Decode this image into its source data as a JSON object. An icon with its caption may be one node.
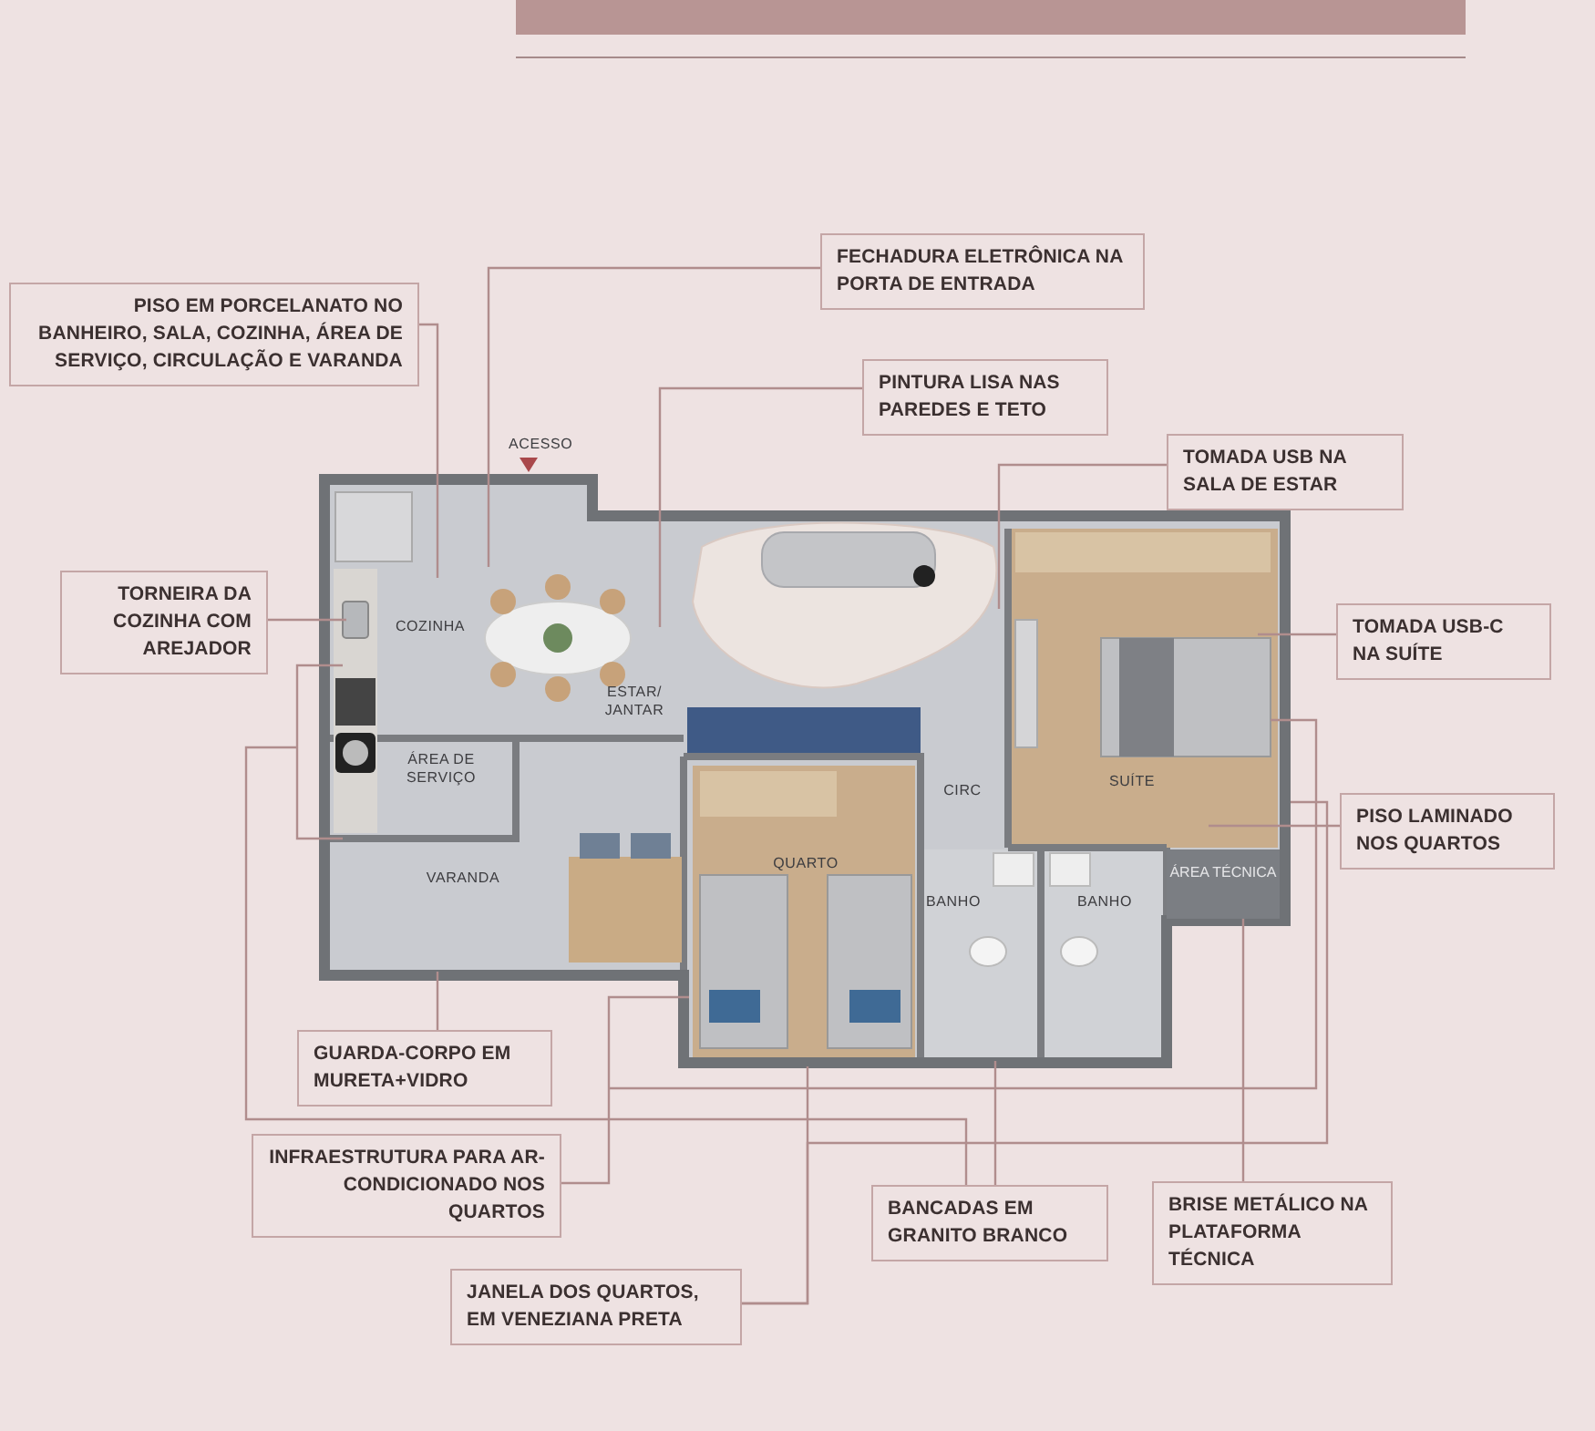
{
  "diagram": {
    "nodes": [
      {
        "text": [
          "PISO EM PORCELANATO NO BANHEIRO, SALA, COZINHA, ÁREA DE SERVIÇO, CIRCULAÇÃO E VARANDA"
        ]
      },
      {
        "text": [
          "FECHADURA ELETRÔNICA NA PORTA DE ENTRADA"
        ]
      },
      {
        "text": [
          "PINTURA LISA NAS PAREDES E TETO"
        ]
      },
      {
        "text": [
          "TOMADA USB NA SALA DE ESTAR"
        ]
      },
      {
        "text": [
          "TORNEIRA DA COZINHA COM AREJADOR"
        ]
      },
      {
        "text": [
          "TOMADA USB-C NA SUÍTE"
        ]
      },
      {
        "text": [
          "PISO LAMINADO NOS QUARTOS"
        ]
      },
      {
        "text": [
          "GUARDA-CORPO EM MURETA+VIDRO"
        ]
      },
      {
        "text": [
          "INFRAESTRUTURA PARA AR-CONDICIONADO NOS QUARTOS"
        ]
      },
      {
        "text": [
          "BANCADAS EM GRANITO BRANCO"
        ]
      },
      {
        "text": [
          "JANELA DOS QUARTOS, EM VENEZIANA PRETA"
        ]
      },
      {
        "text": [
          "BRISE METÁLICO NA PLATAFORMA TÉCNICA"
        ]
      },
      {
        "text": [
          "ÁREA TÉCNICA"
        ]
      }
    ],
    "edges": [
      {
        "from": 0,
        "to": null,
        "arrow": "none"
      },
      {
        "from": 1,
        "to": null,
        "arrow": "none"
      },
      {
        "from": 2,
        "to": null,
        "arrow": "none"
      },
      {
        "from": 3,
        "to": null,
        "arrow": "none"
      },
      {
        "from": 4,
        "to": null,
        "arrow": "none"
      },
      {
        "from": 5,
        "to": null,
        "arrow": "none"
      },
      {
        "from": 6,
        "to": null,
        "arrow": "none"
      },
      {
        "from": 7,
        "to": null,
        "arrow": "none"
      },
      {
        "from": 8,
        "to": null,
        "arrow": "none"
      },
      {
        "from": 8,
        "to": null,
        "arrow": "none"
      },
      {
        "from": 9,
        "to": null,
        "arrow": "none"
      },
      {
        "from": 9,
        "to": null,
        "arrow": "none"
      },
      {
        "from": 10,
        "to": null,
        "arrow": "none"
      },
      {
        "from": 10,
        "to": null,
        "arrow": "none"
      },
      {
        "from": 11,
        "to": 12,
        "arrow": "none"
      }
    ],
    "labels": [
      "ACESSO",
      "COZINHA",
      "ESTAR/ JANTAR",
      "ÁREA DE SERVIÇO",
      "VARANDA",
      "QUARTO",
      "CIRC",
      "SUÍTE",
      "BANHO",
      "BANHO"
    ]
  }
}
